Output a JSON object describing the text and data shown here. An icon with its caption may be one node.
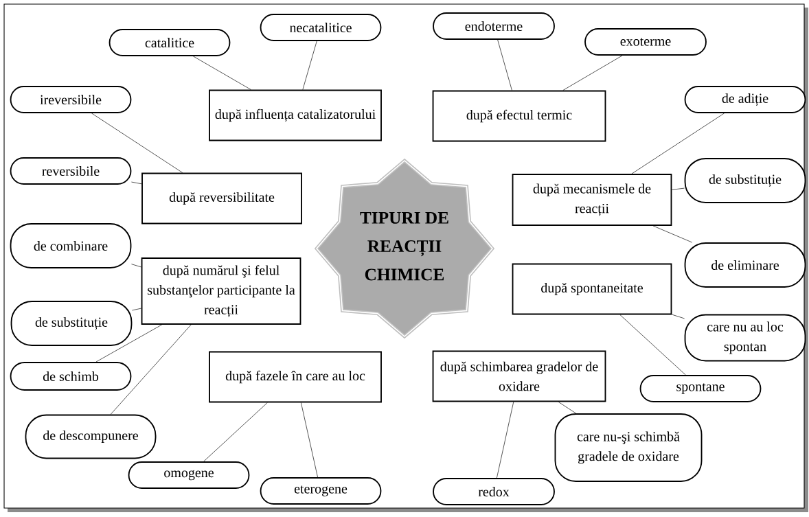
{
  "diagram": {
    "nodes": [
      {
        "text": [
          "TIPURI DE REACȚII CHIMICE"
        ]
      },
      {
        "text": [
          "după influența catalizatorului"
        ]
      },
      {
        "text": [
          "catalitice"
        ]
      },
      {
        "text": [
          "necatalitice"
        ]
      },
      {
        "text": [
          "după efectul termic"
        ]
      },
      {
        "text": [
          "endoterme"
        ]
      },
      {
        "text": [
          "exoterme"
        ]
      },
      {
        "text": [
          "după reversibilitate"
        ]
      },
      {
        "text": [
          "ireversibile"
        ]
      },
      {
        "text": [
          "reversibile"
        ]
      },
      {
        "text": [
          "după mecanismele de reacții"
        ]
      },
      {
        "text": [
          "de adiție"
        ]
      },
      {
        "text": [
          "de substituție"
        ]
      },
      {
        "text": [
          "de eliminare"
        ]
      },
      {
        "text": [
          "după numărul şi felul substanţelor participante la reacții"
        ]
      },
      {
        "text": [
          "de combinare"
        ]
      },
      {
        "text": [
          "de substituție"
        ]
      },
      {
        "text": [
          "de schimb"
        ]
      },
      {
        "text": [
          "de descompunere"
        ]
      },
      {
        "text": [
          "după spontaneitate"
        ]
      },
      {
        "text": [
          "care nu au loc spontan"
        ]
      },
      {
        "text": [
          "spontane"
        ]
      },
      {
        "text": [
          "după fazele în care au loc"
        ]
      },
      {
        "text": [
          "omogene"
        ]
      },
      {
        "text": [
          "eterogene"
        ]
      },
      {
        "text": [
          "după schimbarea gradelor de oxidare"
        ]
      },
      {
        "text": [
          "care nu-şi schimbă gradele de oxidare"
        ]
      },
      {
        "text": [
          "redox"
        ]
      }
    ],
    "edges": [
      {
        "from": 1,
        "to": 2,
        "arrow": "none"
      },
      {
        "from": 1,
        "to": 3,
        "arrow": "none"
      },
      {
        "from": 4,
        "to": 5,
        "arrow": "none"
      },
      {
        "from": 4,
        "to": 6,
        "arrow": "none"
      },
      {
        "from": 7,
        "to": 8,
        "arrow": "none"
      },
      {
        "from": 7,
        "to": 9,
        "arrow": "none"
      },
      {
        "from": 10,
        "to": 11,
        "arrow": "none"
      },
      {
        "from": 10,
        "to": 12,
        "arrow": "none"
      },
      {
        "from": 10,
        "to": 13,
        "arrow": "none"
      },
      {
        "from": 14,
        "to": 15,
        "arrow": "none"
      },
      {
        "from": 14,
        "to": 16,
        "arrow": "none"
      },
      {
        "from": 14,
        "to": 17,
        "arrow": "none"
      },
      {
        "from": 14,
        "to": 18,
        "arrow": "none"
      },
      {
        "from": 19,
        "to": 20,
        "arrow": "none"
      },
      {
        "from": 19,
        "to": 21,
        "arrow": "none"
      },
      {
        "from": 22,
        "to": 23,
        "arrow": "none"
      },
      {
        "from": 22,
        "to": 24,
        "arrow": "none"
      },
      {
        "from": 25,
        "to": 26,
        "arrow": "none"
      },
      {
        "from": 25,
        "to": 27,
        "arrow": "none"
      }
    ]
  }
}
